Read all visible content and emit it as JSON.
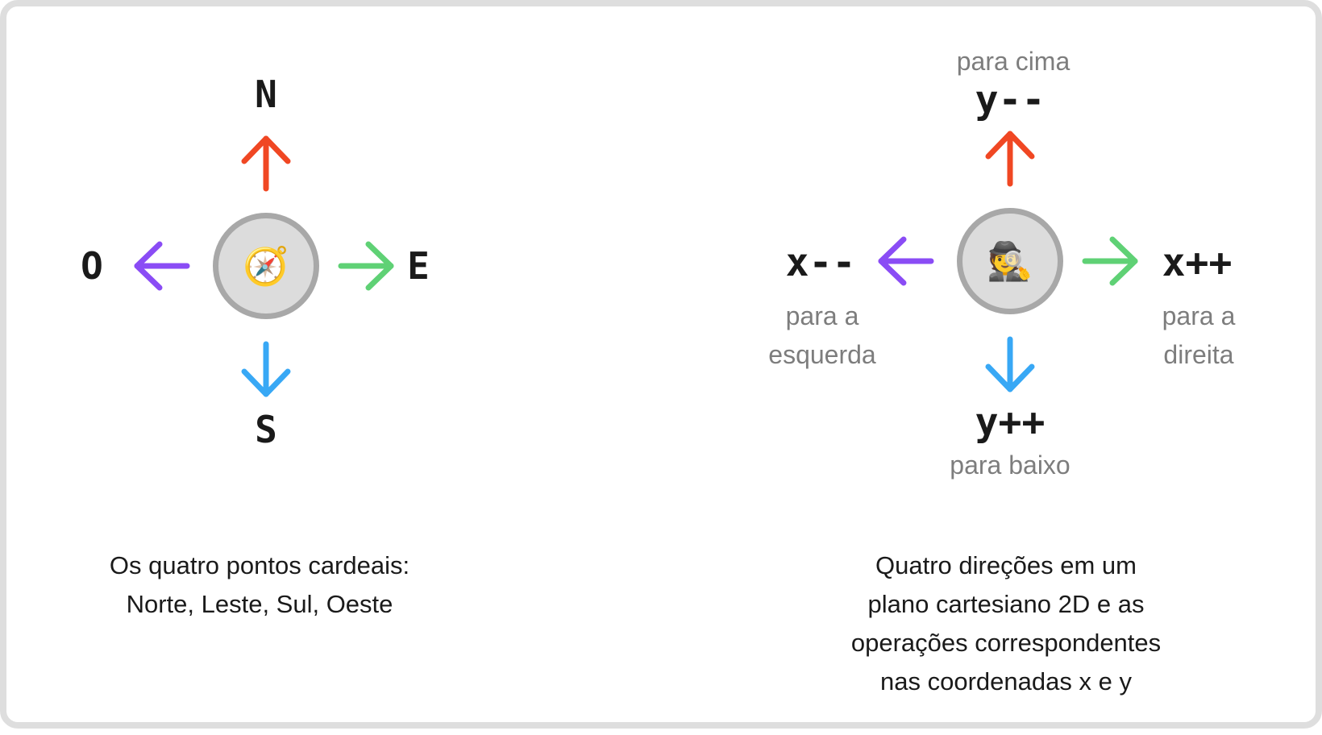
{
  "colors": {
    "up": "#f04723",
    "down": "#38a8f5",
    "left": "#8a4cf5",
    "right": "#5fd175",
    "frame": "#dedede",
    "hub_fill": "#dcdcdc",
    "hub_border": "#a8a8a8",
    "hint_text": "#7d7d7d"
  },
  "compass": {
    "hub_icon": "compass-icon",
    "hub_glyph": "🧭",
    "north": "N",
    "south": "S",
    "east": "E",
    "west": "O",
    "caption_line1": "Os quatro pontos cardeais:",
    "caption_line2": "Norte, Leste, Sul, Oeste"
  },
  "cartesian": {
    "hub_icon": "detective-icon",
    "hub_glyph": "🕵️",
    "up": {
      "op": "y--",
      "hint": "para cima"
    },
    "down": {
      "op": "y++",
      "hint": "para baixo"
    },
    "left": {
      "op": "x--",
      "hint_line1": "para a",
      "hint_line2": "esquerda"
    },
    "right": {
      "op": "x++",
      "hint_line1": "para a",
      "hint_line2": "direita"
    },
    "caption_line1": "Quatro direções em um",
    "caption_line2": "plano cartesiano 2D e as",
    "caption_line3": "operações correspondentes",
    "caption_line4": "nas coordenadas x e y"
  }
}
